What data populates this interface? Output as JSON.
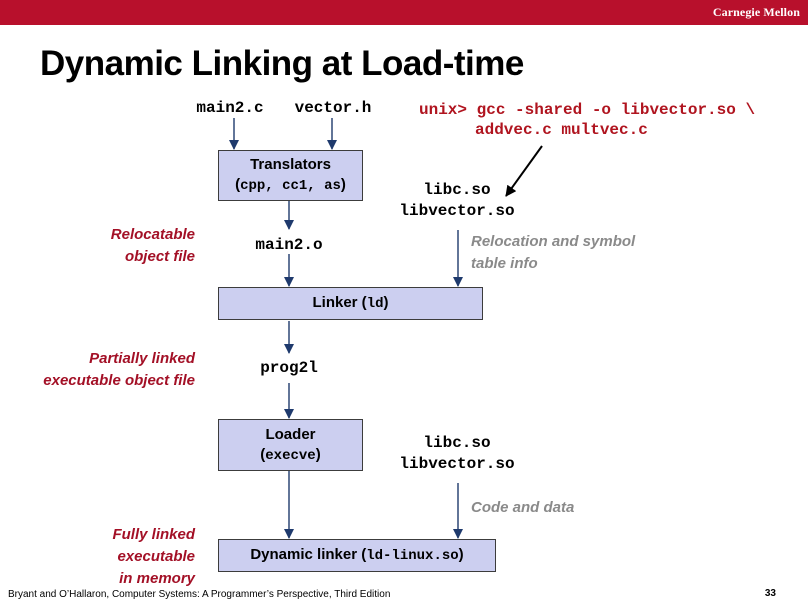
{
  "header": {
    "brand": "Carnegie Mellon"
  },
  "slide": {
    "title": "Dynamic Linking at Load-time"
  },
  "inputs": {
    "main2c": "main2.c",
    "vectorh": "vector.h"
  },
  "command": {
    "line1": "unix> gcc -shared -o libvector.so \\",
    "line2": "addvec.c multvec.c"
  },
  "translators": {
    "name": "Translators",
    "tools_open": "(",
    "tools": "cpp, cc1, as",
    "tools_close": ")"
  },
  "libs_top": {
    "libc": "libc.so",
    "libvector": "libvector.so"
  },
  "side_labels": {
    "relocatable": [
      "Relocatable",
      "object file"
    ],
    "partially": [
      "Partially linked",
      "executable object file"
    ],
    "fully": [
      "Fully linked",
      "executable",
      "in memory"
    ]
  },
  "main2o": "main2.o",
  "reloc_note": [
    "Relocation and symbol",
    "table info"
  ],
  "linker": {
    "name": "Linker (",
    "tool": "ld",
    "close": ")"
  },
  "prog": "prog2l",
  "loader": {
    "name": "Loader",
    "call_open": "(",
    "call": "execve",
    "call_close": ")"
  },
  "libs_bottom": {
    "libc": "libc.so",
    "libvector": "libvector.so"
  },
  "code_note": "Code and data",
  "dynlinker": {
    "name": "Dynamic linker (",
    "tool": "ld-linux.so",
    "close": ")"
  },
  "footer": {
    "text": "Bryant and O’Hallaron, Computer Systems: A Programmer’s Perspective, Third Edition",
    "page": "33"
  },
  "colors": {
    "topbar": "#b8102c",
    "box_fill": "#cccff0",
    "command": "#b0141f",
    "side_label": "#a31026",
    "note": "#8a8a8a",
    "arrow": "#1f3a6d"
  }
}
